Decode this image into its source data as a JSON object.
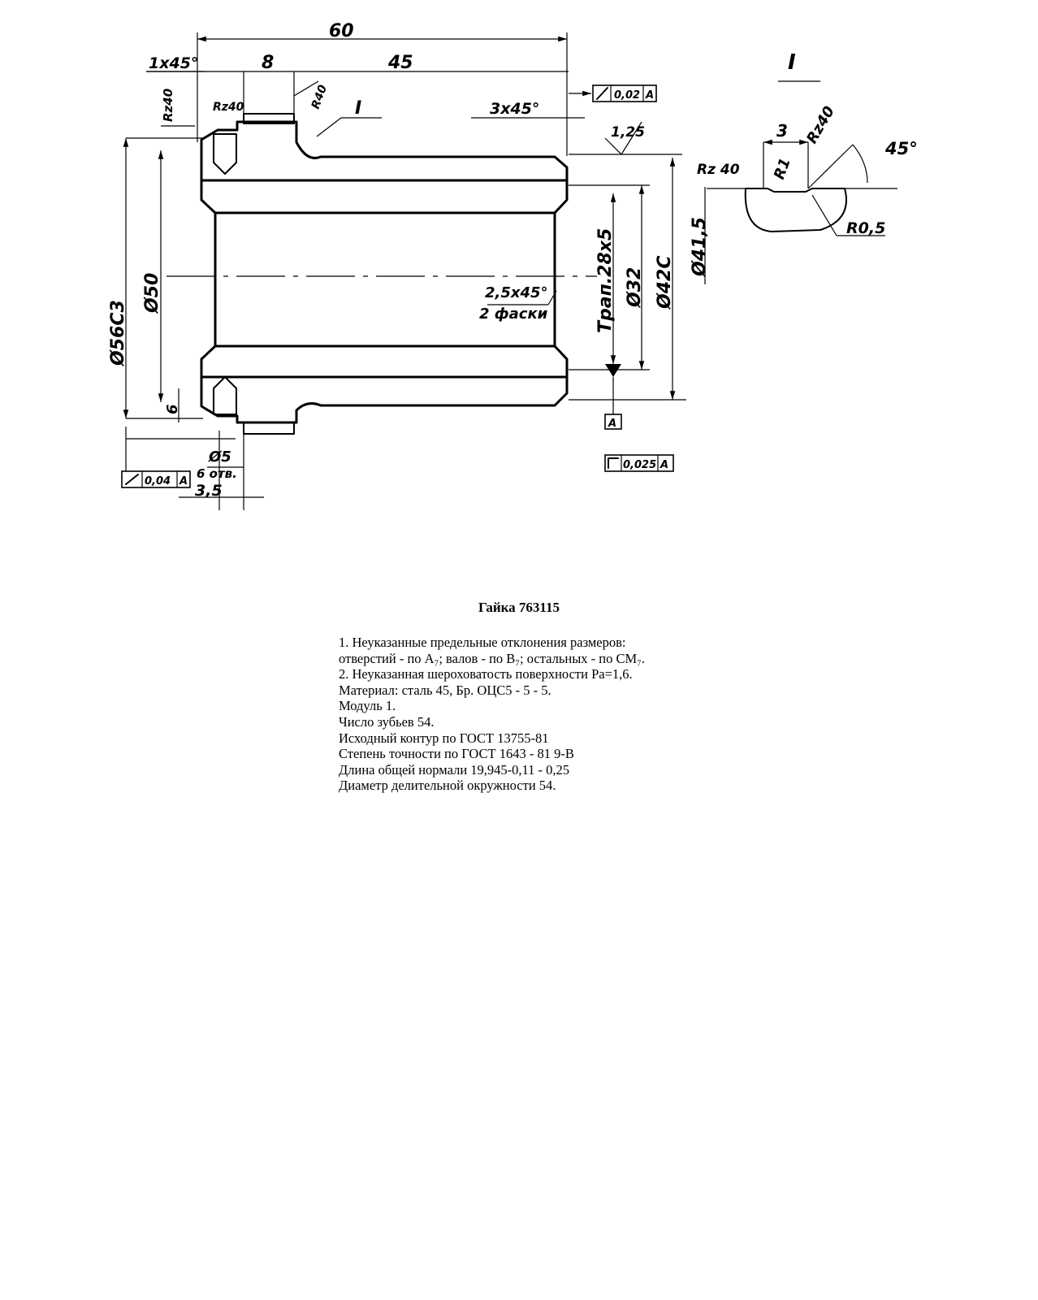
{
  "drawing": {
    "dims": {
      "length_total": "60",
      "chamfer_left": "1x45°",
      "len_8": "8",
      "len_45": "45",
      "rz40_a": "Rz40",
      "rz40_b": "Rz40",
      "r40": "R40",
      "view_mark": "I",
      "chamfer_right": "3x45°",
      "tolerance_top": "0,02",
      "datum_a": "A",
      "roughness_125": "1,25",
      "d56": "Ø56С3",
      "d50": "Ø50",
      "chamfer_inner": "2,5x45°",
      "chamfer_count": "2 фаски",
      "thread": "Трап.28x5",
      "d32": "Ø32",
      "d42": "Ø42С",
      "d41": "Ø41,5",
      "len_6": "6",
      "hole": "Ø5",
      "hole_note": "6 отв.",
      "len_35": "3,5",
      "tolerance_bottom": "0,04",
      "tolerance_right": "0,025"
    },
    "detail": {
      "title": "I",
      "width_3": "3",
      "radius_r1": "R1",
      "rz40_c": "Rz40",
      "rz40_d": "Rz 40",
      "angle": "45°",
      "radius_r05": "R0,5"
    }
  },
  "title": "Гайка 763115",
  "notes": [
    "1. Неуказанные предельные отклонения размеров:",
    "отверстий - по A₇; валов - по B₇; остальных - по СМ₇.",
    "2. Неуказанная шероховатость поверхности Ра=1,6.",
    "Материал: сталь 45, Бр. ОЦС5 - 5 - 5.",
    "Модуль 1.",
    "Число зубьев 54.",
    "Исходный контур по ГОСТ 13755-81",
    "Степень точности по ГОСТ 1643 - 81 9-В",
    "Длина общей нормали 19,945-0,11 - 0,25",
    "Диаметр делительной окружности 54."
  ]
}
